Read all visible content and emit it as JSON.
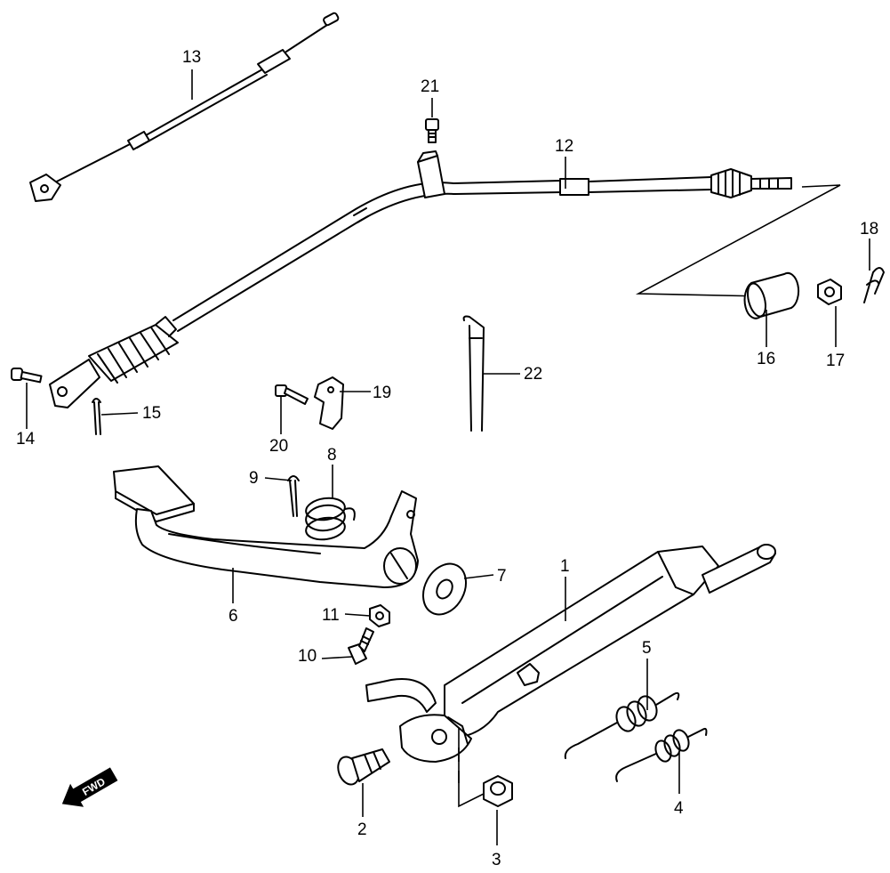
{
  "diagram": {
    "callouts": [
      "1",
      "2",
      "3",
      "4",
      "5",
      "6",
      "7",
      "8",
      "9",
      "10",
      "11",
      "12",
      "13",
      "14",
      "15",
      "16",
      "17",
      "18",
      "19",
      "20",
      "21",
      "22"
    ],
    "direction_badge": {
      "label": "FWD",
      "icon": "arrow-left-icon"
    }
  }
}
